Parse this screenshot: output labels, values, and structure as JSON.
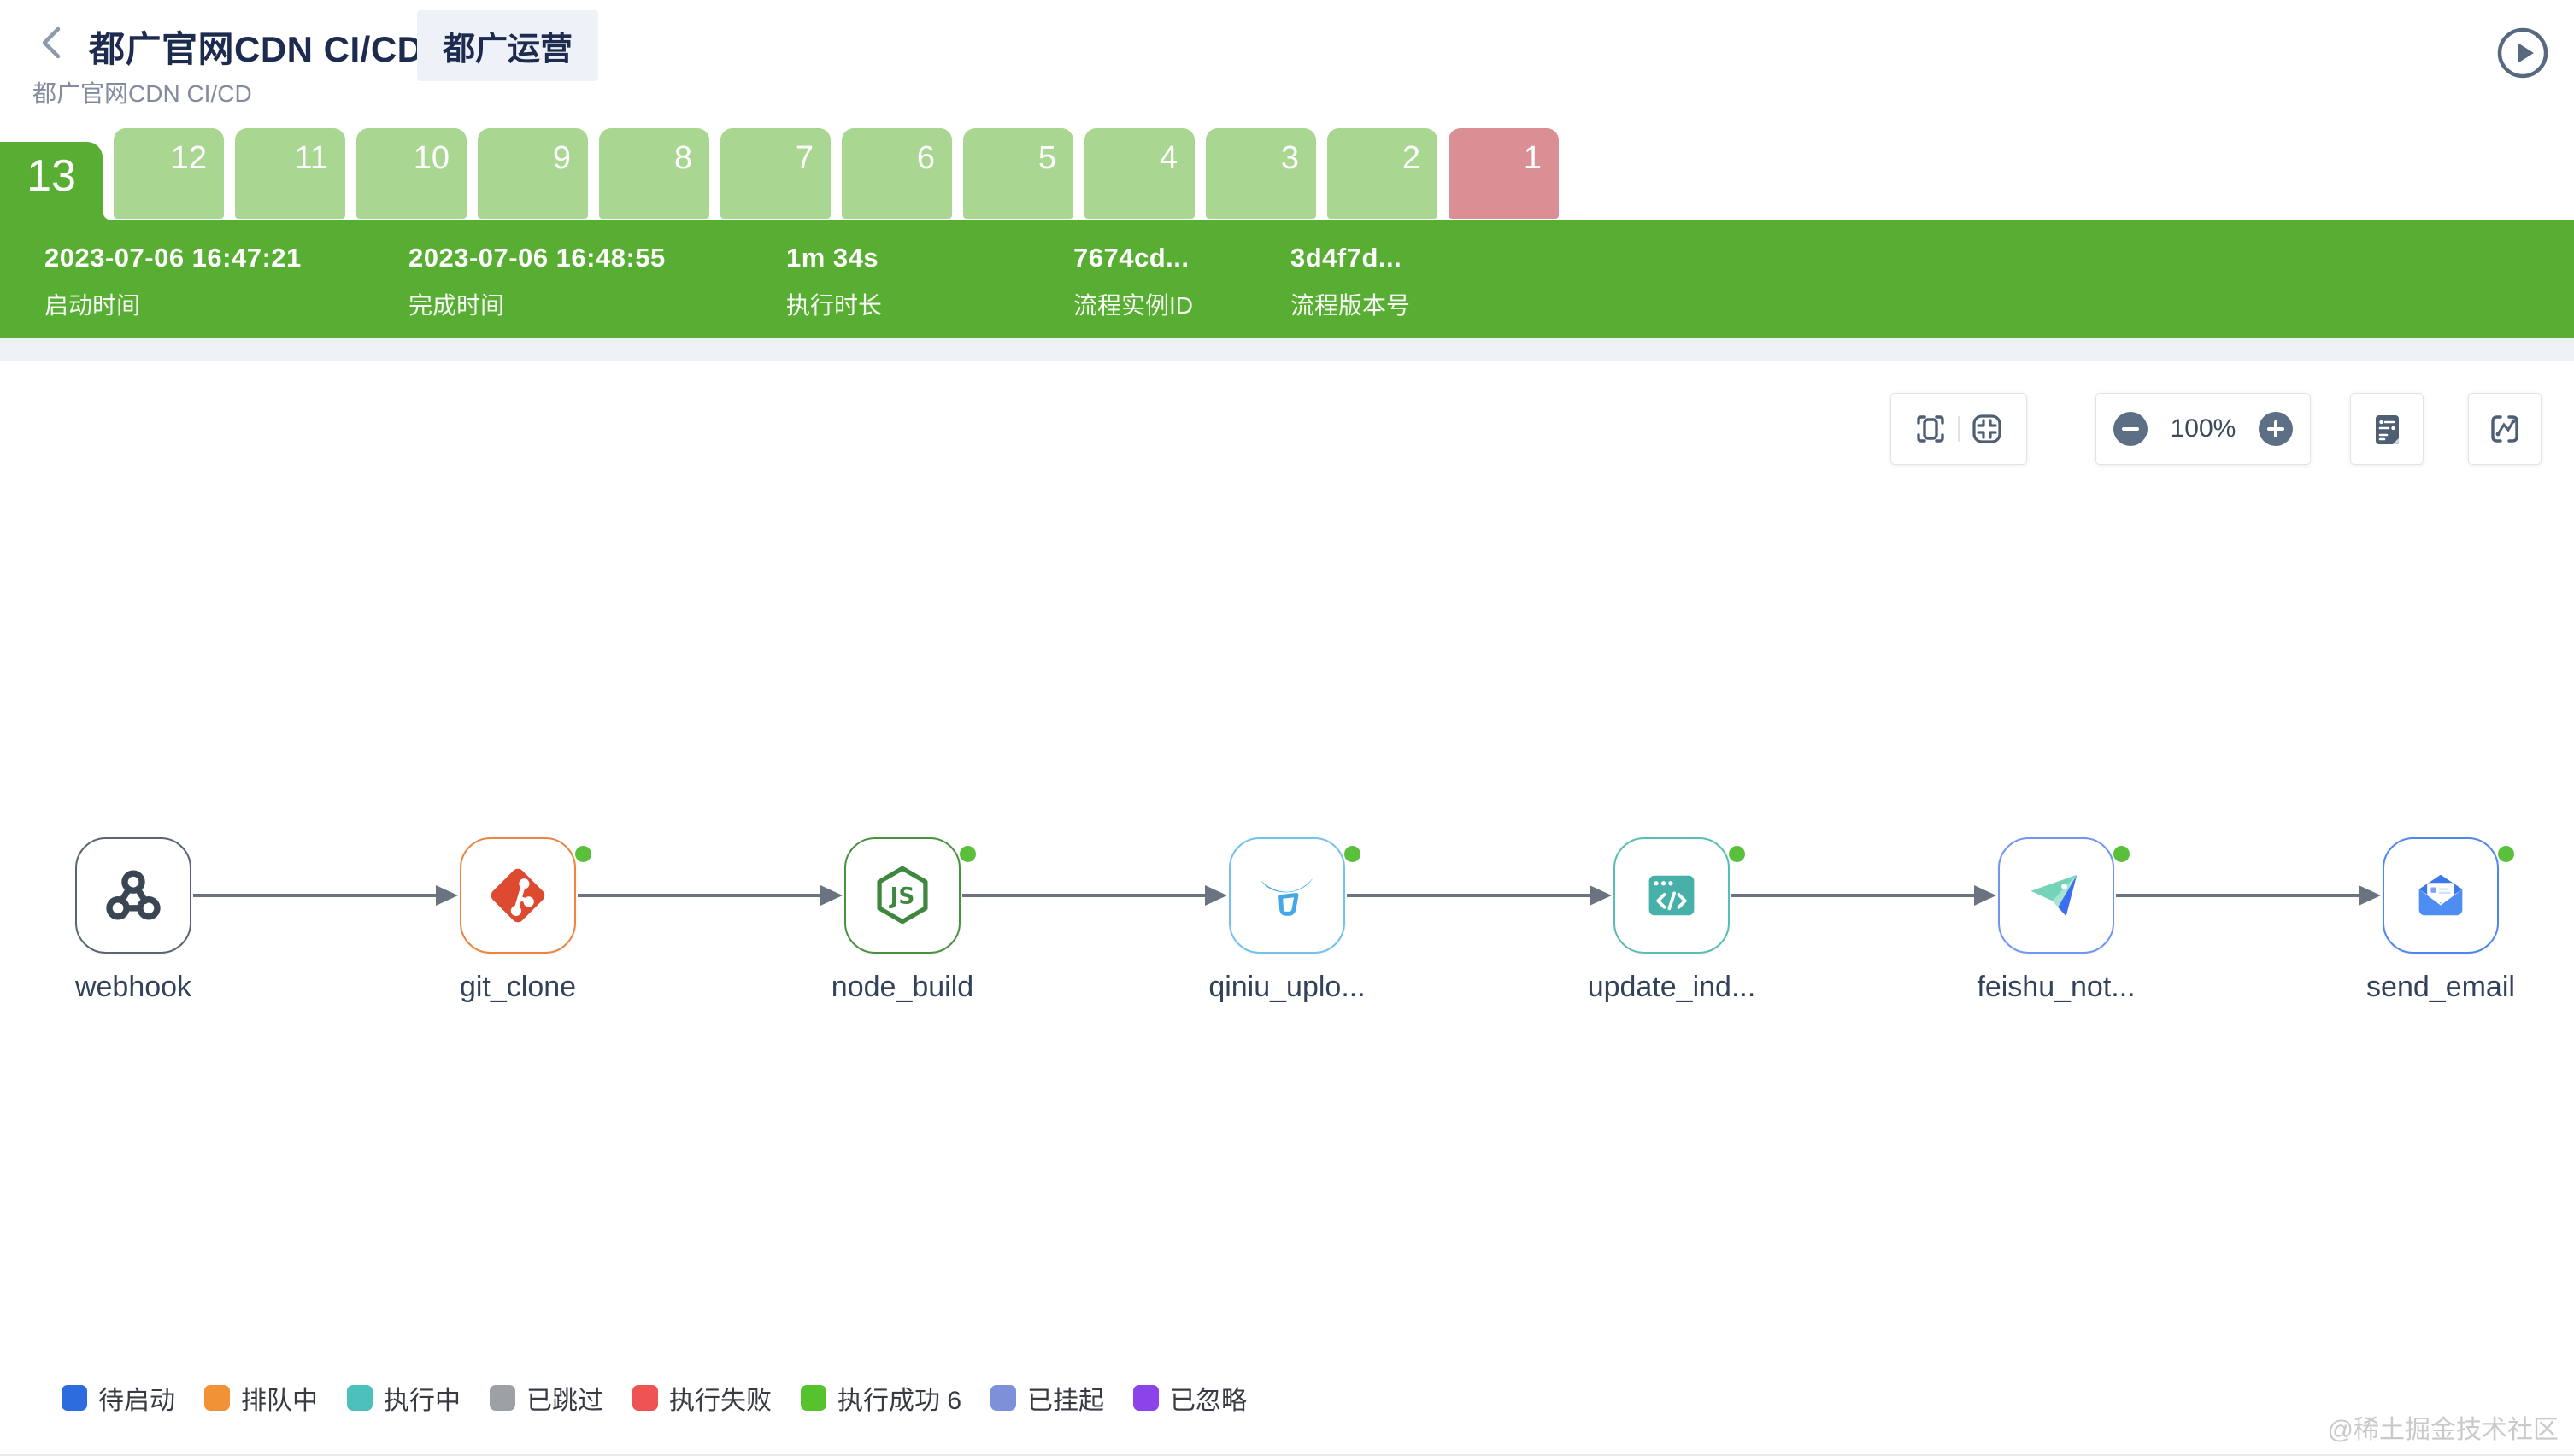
{
  "header": {
    "title": "都广官网CDN CI/CD",
    "badge": "都广运营",
    "subtitle": "都广官网CDN CI/CD"
  },
  "builds": {
    "selected": "13",
    "tabs": [
      "13",
      "12",
      "11",
      "10",
      "9",
      "8",
      "7",
      "6",
      "5",
      "4",
      "3",
      "2",
      "1"
    ],
    "tab_states": [
      "selected-success",
      "success",
      "success",
      "success",
      "success",
      "success",
      "success",
      "success",
      "success",
      "success",
      "success",
      "success",
      "failed"
    ]
  },
  "run_info": [
    {
      "value": "2023-07-06 16:47:21",
      "label": "启动时间"
    },
    {
      "value": "2023-07-06 16:48:55",
      "label": "完成时间"
    },
    {
      "value": "1m 34s",
      "label": "执行时长"
    },
    {
      "value": "7674cd...",
      "label": "流程实例ID"
    },
    {
      "value": "3d4f7d...",
      "label": "流程版本号"
    }
  ],
  "toolbar": {
    "zoom_level": "100%",
    "icons": [
      "fullscreen-icon",
      "fit-view-icon",
      "zoom-out-icon",
      "zoom-in-icon",
      "run-log-icon",
      "chart-icon"
    ]
  },
  "pipeline": {
    "nodes": [
      {
        "label": "webhook",
        "icon": "webhook-icon",
        "status_dot": false
      },
      {
        "label": "git_clone",
        "icon": "git-icon",
        "status_dot": true,
        "status": "执行成功"
      },
      {
        "label": "node_build",
        "icon": "nodejs-icon",
        "status_dot": true,
        "status": "执行成功"
      },
      {
        "label": "qiniu_uplo...",
        "icon": "qiniu-icon",
        "status_dot": true,
        "status": "执行成功"
      },
      {
        "label": "update_ind...",
        "icon": "code-window-icon",
        "status_dot": true,
        "status": "执行成功"
      },
      {
        "label": "feishu_not...",
        "icon": "feishu-icon",
        "status_dot": true,
        "status": "执行成功"
      },
      {
        "label": "send_email",
        "icon": "email-icon",
        "status_dot": true,
        "status": "执行成功"
      }
    ]
  },
  "legend": {
    "items": [
      {
        "label": "待启动",
        "color": "#2d6cdf"
      },
      {
        "label": "排队中",
        "color": "#f19237"
      },
      {
        "label": "执行中",
        "color": "#4cc0ba"
      },
      {
        "label": "已跳过",
        "color": "#9da1a6"
      },
      {
        "label": "执行失败",
        "color": "#ee5454"
      },
      {
        "label": "执行成功 6",
        "color": "#56c22d"
      },
      {
        "label": "已挂起",
        "color": "#7e90d8"
      },
      {
        "label": "已忽略",
        "color": "#8b44e9"
      }
    ]
  },
  "watermark": "@稀土掘金技术社区",
  "colors": {
    "success_dark": "#58ad33",
    "success_light": "#a9d791",
    "failed_tab": "#d98f93",
    "status_dot": "#5abf3b",
    "arrow": "#6b7280",
    "title_text": "#1d2b4e"
  }
}
